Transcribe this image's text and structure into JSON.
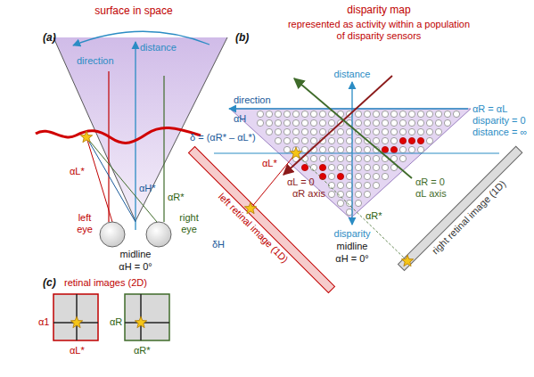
{
  "diagram": {
    "labels": [
      "(a)",
      "surface in space",
      "direction",
      "distance",
      "αL*",
      "αH*",
      "αR*",
      "left eye",
      "right eye",
      "midline",
      "αH = 0°",
      "(b)",
      "disparity map",
      "represented as activity within a population of disparity sensors",
      "direction",
      "αH",
      "distance",
      "αR = αL",
      "disparity = 0",
      "distance = ∞",
      "δ = (αR* – αL*)",
      "αL*",
      "αL = 0",
      "αR axis",
      "αR = 0",
      "αL axis",
      "αR*",
      "disparity",
      "midline",
      "αH = 0°",
      "left retinal image (1D)",
      "δH",
      "right retinal image (1D)",
      "(c)",
      "retinal images (2D)",
      "α1",
      "αL*",
      "αR",
      "αR*"
    ]
  }
}
